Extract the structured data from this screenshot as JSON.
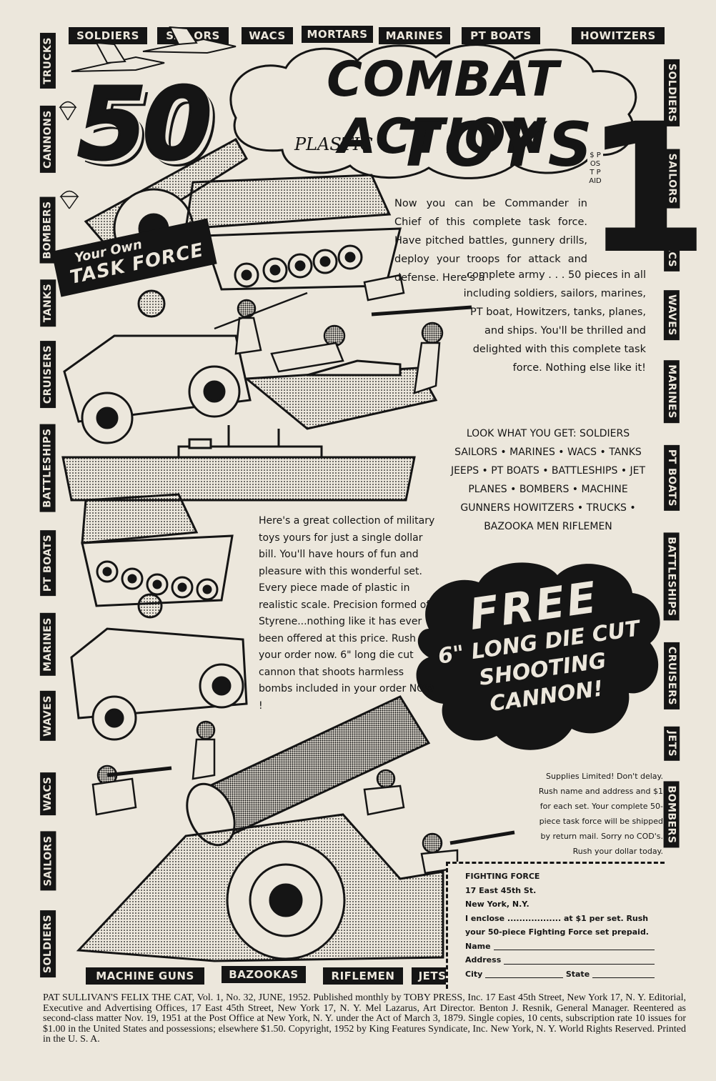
{
  "border": {
    "top": [
      "SOLDIERS",
      "SAILORS",
      "WACS",
      "MORTARS",
      "MARINES",
      "PT BOATS",
      "HOWITZERS"
    ],
    "left": [
      "TRUCKS",
      "CANNONS",
      "BOMBERS",
      "TANKS",
      "CRUISERS",
      "BATTLESHIPS",
      "PT BOATS",
      "MARINES",
      "WAVES",
      "WACS",
      "SAILORS",
      "SOLDIERS"
    ],
    "right": [
      "SOLDIERS",
      "SAILORS",
      "WACS",
      "WAVES",
      "MARINES",
      "PT BOATS",
      "BATTLESHIPS",
      "CRUISERS",
      "JETS",
      "BOMBERS"
    ],
    "bottom": [
      "MACHINE GUNS",
      "BAZOOKAS",
      "RIFLEMEN",
      "JETS"
    ]
  },
  "headline": {
    "count": "50",
    "line1": "COMBAT ACTION",
    "plastic": "PLASTIC",
    "line2": "TOYS",
    "price": "1",
    "price_symbol": "$",
    "postpaid": "POST PAID"
  },
  "banner": {
    "line1": "Your Own",
    "line2": "TASK FORCE"
  },
  "intro_1": "Now you can be Commander in Chief of this complete task force. Have pitched battles, gunnery drills, deploy your troops for attack and defense. Here's a",
  "intro_2": "complete army . . . 50 pieces in all including soldiers, sailors, marines, PT boat, Howitzers, tanks, planes, and ships. You'll be thrilled and delighted with this complete task force. Nothing else like it!",
  "look_what": "LOOK WHAT YOU GET: SOLDIERS SAILORS • MARINES • WACS • TANKS JEEPS • PT BOATS • BATTLESHIPS • JET PLANES • BOMBERS • MACHINE GUNNERS HOWITZERS • TRUCKS • BAZOOKA MEN RIFLEMEN",
  "collection": "Here's a great collection of military toys yours for just a single dollar bill. You'll have hours of fun and pleasure with this wonderful set. Every piece made of plastic in realistic scale. Precision formed of Styrene...nothing like it has ever been offered at this price. Rush your order now. 6\" long die cut cannon that shoots harmless bombs included in your order NOW !",
  "free_offer": {
    "line1": "FREE",
    "line2": "6\" LONG DIE CUT",
    "line3": "SHOOTING",
    "line4": "CANNON!"
  },
  "supplies": "Supplies Limited! Don't delay. Rush name and address and $1 for each set. Your complete 50-piece task force will be shipped by return mail. Sorry no COD's. Rush your dollar today.",
  "coupon": {
    "company": "FIGHTING FORCE",
    "street": "17 East 45th St.",
    "city_line": "New York, N.Y.",
    "enclose": "I enclose .................. at $1 per set. Rush your 50-piece Fighting Force set prepaid.",
    "name_label": "Name",
    "address_label": "Address",
    "city_label": "City",
    "state_label": "State"
  },
  "footer": "PAT SULLIVAN'S FELIX THE CAT, Vol. 1, No. 32, JUNE, 1952. Published monthly by TOBY PRESS, Inc. 17 East 45th Street, New York 17, N. Y. Editorial, Executive and Advertising Offices, 17 East 45th Street, New York 17, N. Y. Mel Lazarus, Art Director. Benton J. Resnik, General Manager. Reentered as second-class matter Nov. 19, 1951 at the Post Office at New York, N. Y. under the Act of March 3, 1879. Single copies, 10 cents, subscription rate 10 issues for $1.00 in the United States and possessions; elsewhere $1.50. Copyright, 1952 by King Features Syndicate, Inc. New York, N. Y. World Rights Reserved. Printed in the U. S. A."
}
